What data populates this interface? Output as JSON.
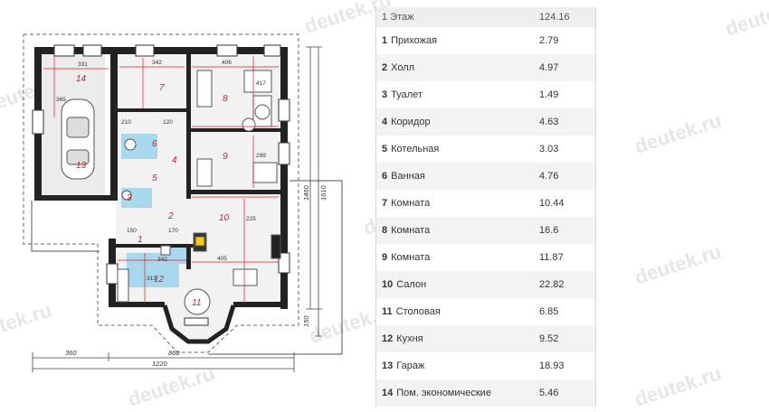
{
  "plan": {
    "dimensions": {
      "total": "1220",
      "left": "360",
      "right": "860",
      "h1": "1460",
      "h2": "1610",
      "h3": "150"
    },
    "rooms": [
      {
        "id": "1",
        "label": "1"
      },
      {
        "id": "2",
        "label": "2"
      },
      {
        "id": "3",
        "label": "3"
      },
      {
        "id": "4",
        "label": "4"
      },
      {
        "id": "5",
        "label": "5"
      },
      {
        "id": "6",
        "label": "6"
      },
      {
        "id": "7",
        "label": "7"
      },
      {
        "id": "8",
        "label": "8"
      },
      {
        "id": "9",
        "label": "9"
      },
      {
        "id": "10",
        "label": "10"
      },
      {
        "id": "11",
        "label": "11"
      },
      {
        "id": "12",
        "label": "12"
      },
      {
        "id": "13",
        "label": "13"
      },
      {
        "id": "14",
        "label": "14"
      }
    ],
    "room_dims": [
      "331",
      "342",
      "406",
      "417",
      "299",
      "120",
      "210",
      "170",
      "342",
      "405",
      "365",
      "225",
      "313",
      "150"
    ]
  },
  "table": {
    "floor_label": "1 Этаж",
    "floor_total": "124.16",
    "rows": [
      {
        "num": "1",
        "name": "Прихожая",
        "area": "2.79"
      },
      {
        "num": "2",
        "name": "Холл",
        "area": "4.97"
      },
      {
        "num": "3",
        "name": "Туалет",
        "area": "1.49"
      },
      {
        "num": "4",
        "name": "Коридор",
        "area": "4.63"
      },
      {
        "num": "5",
        "name": "Котельная",
        "area": "3.03"
      },
      {
        "num": "6",
        "name": "Ванная",
        "area": "4.76"
      },
      {
        "num": "7",
        "name": "Комната",
        "area": "10.44"
      },
      {
        "num": "8",
        "name": "Комната",
        "area": "16.6"
      },
      {
        "num": "9",
        "name": "Комната",
        "area": "11.87"
      },
      {
        "num": "10",
        "name": "Салон",
        "area": "22.82"
      },
      {
        "num": "11",
        "name": "Столовая",
        "area": "6.85"
      },
      {
        "num": "12",
        "name": "Кухня",
        "area": "9.52"
      },
      {
        "num": "13",
        "name": "Гараж",
        "area": "18.93"
      },
      {
        "num": "14",
        "name": "Пом. экономические",
        "area": "5.46"
      }
    ]
  },
  "watermark": "deutek.ru"
}
